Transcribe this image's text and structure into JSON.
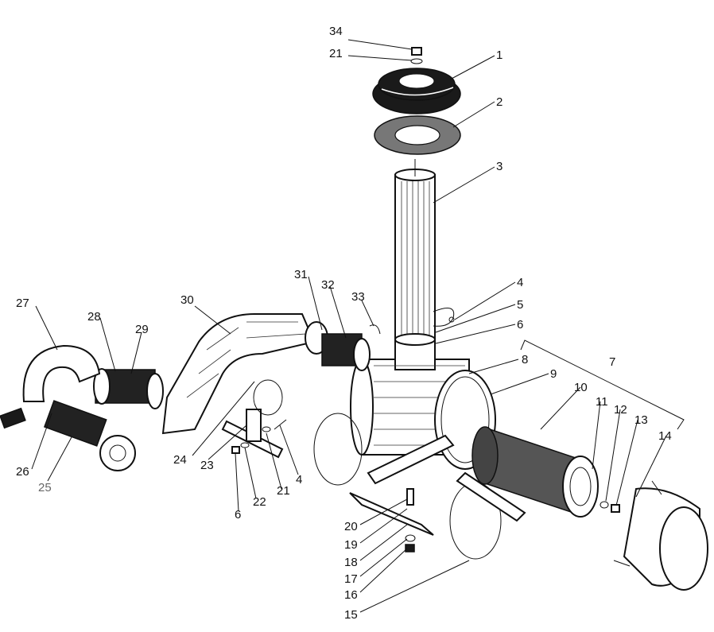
{
  "labels": [
    {
      "id": "34",
      "text": "34"
    },
    {
      "id": "21a",
      "text": "21"
    },
    {
      "id": "1",
      "text": "1"
    },
    {
      "id": "2",
      "text": "2"
    },
    {
      "id": "3",
      "text": "3"
    },
    {
      "id": "4a",
      "text": "4"
    },
    {
      "id": "5",
      "text": "5"
    },
    {
      "id": "6a",
      "text": "6"
    },
    {
      "id": "7",
      "text": "7"
    },
    {
      "id": "8",
      "text": "8"
    },
    {
      "id": "9",
      "text": "9"
    },
    {
      "id": "10",
      "text": "10"
    },
    {
      "id": "11",
      "text": "11"
    },
    {
      "id": "12",
      "text": "12"
    },
    {
      "id": "13",
      "text": "13"
    },
    {
      "id": "14",
      "text": "14"
    },
    {
      "id": "15",
      "text": "15"
    },
    {
      "id": "16",
      "text": "16"
    },
    {
      "id": "17",
      "text": "17"
    },
    {
      "id": "18",
      "text": "18"
    },
    {
      "id": "19",
      "text": "19"
    },
    {
      "id": "20",
      "text": "20"
    },
    {
      "id": "21b",
      "text": "21"
    },
    {
      "id": "22",
      "text": "22"
    },
    {
      "id": "6b",
      "text": "6"
    },
    {
      "id": "4b",
      "text": "4"
    },
    {
      "id": "23",
      "text": "23"
    },
    {
      "id": "24",
      "text": "24"
    },
    {
      "id": "25",
      "text": "25"
    },
    {
      "id": "26",
      "text": "26"
    },
    {
      "id": "27",
      "text": "27"
    },
    {
      "id": "28",
      "text": "28"
    },
    {
      "id": "29",
      "text": "29"
    },
    {
      "id": "30",
      "text": "30"
    },
    {
      "id": "31",
      "text": "31"
    },
    {
      "id": "32",
      "text": "32"
    },
    {
      "id": "33",
      "text": "33"
    }
  ]
}
